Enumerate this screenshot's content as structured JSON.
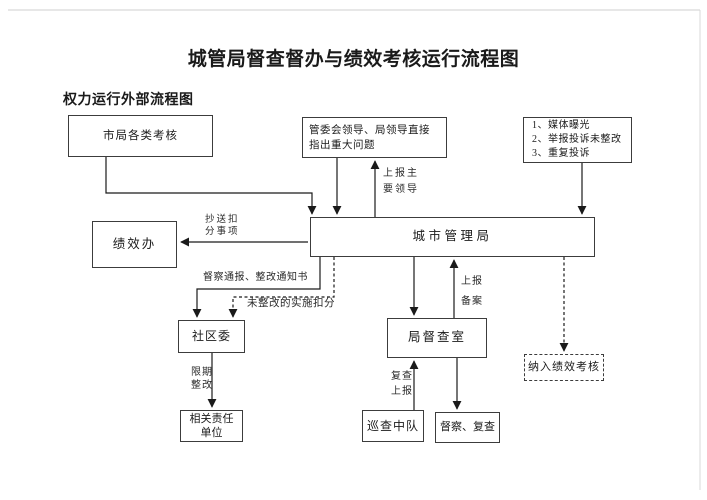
{
  "title": "城管局督查督办与绩效考核运行流程图",
  "section_heading": "权力运行外部流程图",
  "nodes": {
    "shiju_assessments": "市局各类考核",
    "leaders_direct_issues": "管委会领导、局领导直接指出重大问题",
    "exposure_list": [
      "1、媒体曝光",
      "2、举报投诉未整改",
      "3、重复投诉"
    ],
    "performance_office": "绩效办",
    "city_management_bureau": "城市管理局",
    "community_committee": "社区委",
    "responsible_units": "相关责任\n单位",
    "bureau_supervision_office": "局督查室",
    "patrol_squadron": "巡查中队",
    "inspect_recheck": "督察、复查",
    "include_performance_assessment": "纳入绩效考核"
  },
  "edge_labels": {
    "report_main_leaders": "上报主\n要领导",
    "copy_deduction_items": "抄送扣\n分事项",
    "supervision_notice": "督察通报、整改通知书",
    "not_rectified_deduction": "未整改的实施扣分",
    "deadline_rectification": "限期\n整改",
    "report_for_record": "上报\n备案",
    "recheck_report": "复查\n上报"
  }
}
